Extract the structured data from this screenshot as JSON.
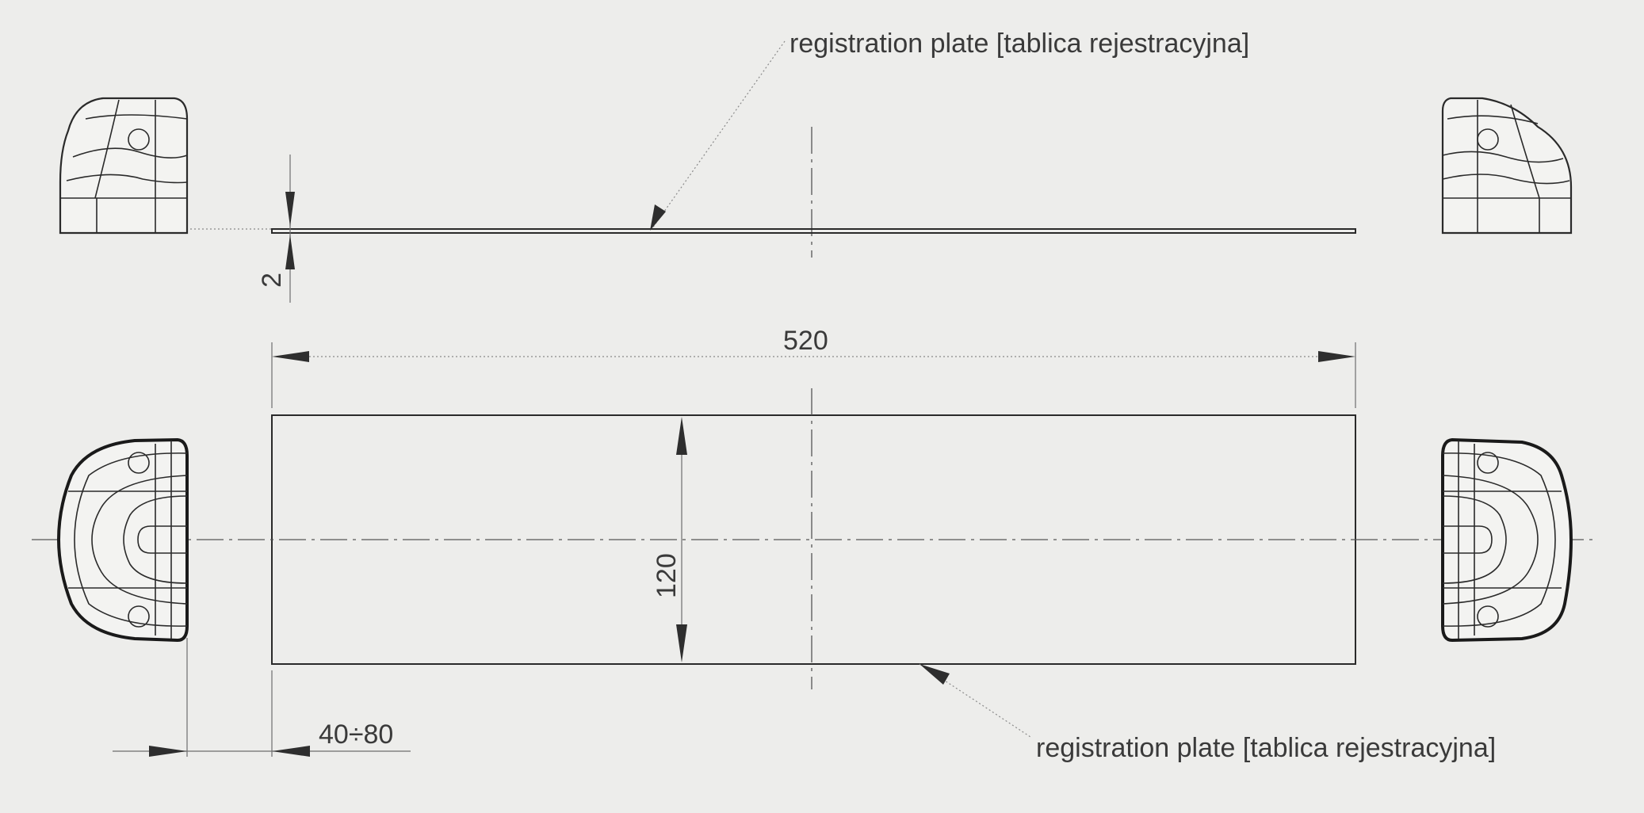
{
  "labels": {
    "plate_top": "registration plate [tablica rejestracyjna]",
    "plate_bottom": "registration plate [tablica rejestracyjna]"
  },
  "dimensions": {
    "plate_thickness": "2",
    "plate_width": "520",
    "plate_height": "120",
    "lamp_offset": "40÷80"
  }
}
